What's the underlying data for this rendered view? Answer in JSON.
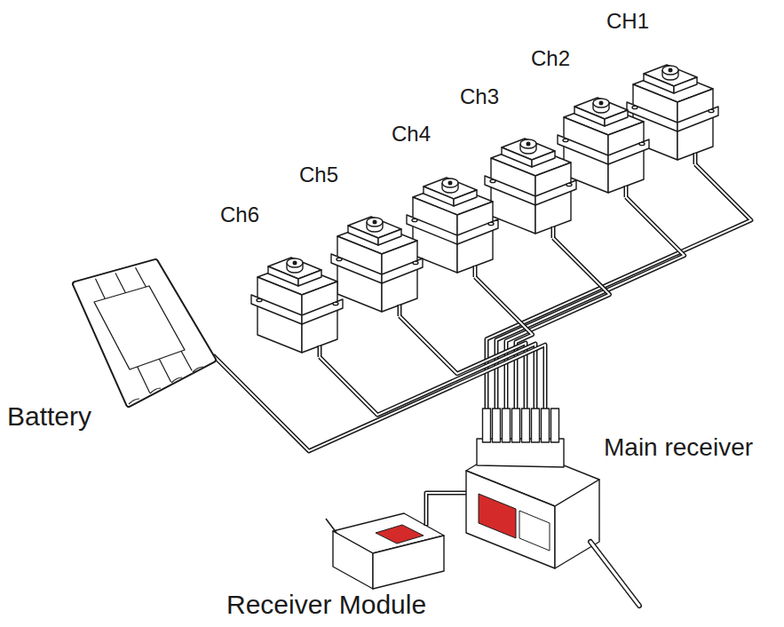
{
  "diagram": {
    "nodes": [
      {
        "text": [
          "CH1"
        ]
      },
      {
        "text": [
          "Ch2"
        ]
      },
      {
        "text": [
          "Ch3"
        ]
      },
      {
        "text": [
          "Ch4"
        ]
      },
      {
        "text": [
          "Ch5"
        ]
      },
      {
        "text": [
          "Ch6"
        ]
      },
      {
        "text": [
          "Battery"
        ]
      },
      {
        "text": [
          "Main receiver"
        ]
      },
      {
        "text": [
          "Receiver Module"
        ]
      }
    ],
    "edges": [
      {
        "from": 0,
        "to": 7,
        "arrow": "none"
      },
      {
        "from": 1,
        "to": 7,
        "arrow": "none"
      },
      {
        "from": 2,
        "to": 7,
        "arrow": "none"
      },
      {
        "from": 3,
        "to": 7,
        "arrow": "none"
      },
      {
        "from": 4,
        "to": 7,
        "arrow": "none"
      },
      {
        "from": 5,
        "to": 7,
        "arrow": "none"
      },
      {
        "from": 6,
        "to": 7,
        "arrow": "none"
      },
      {
        "from": 8,
        "to": 7,
        "arrow": "none"
      }
    ]
  }
}
